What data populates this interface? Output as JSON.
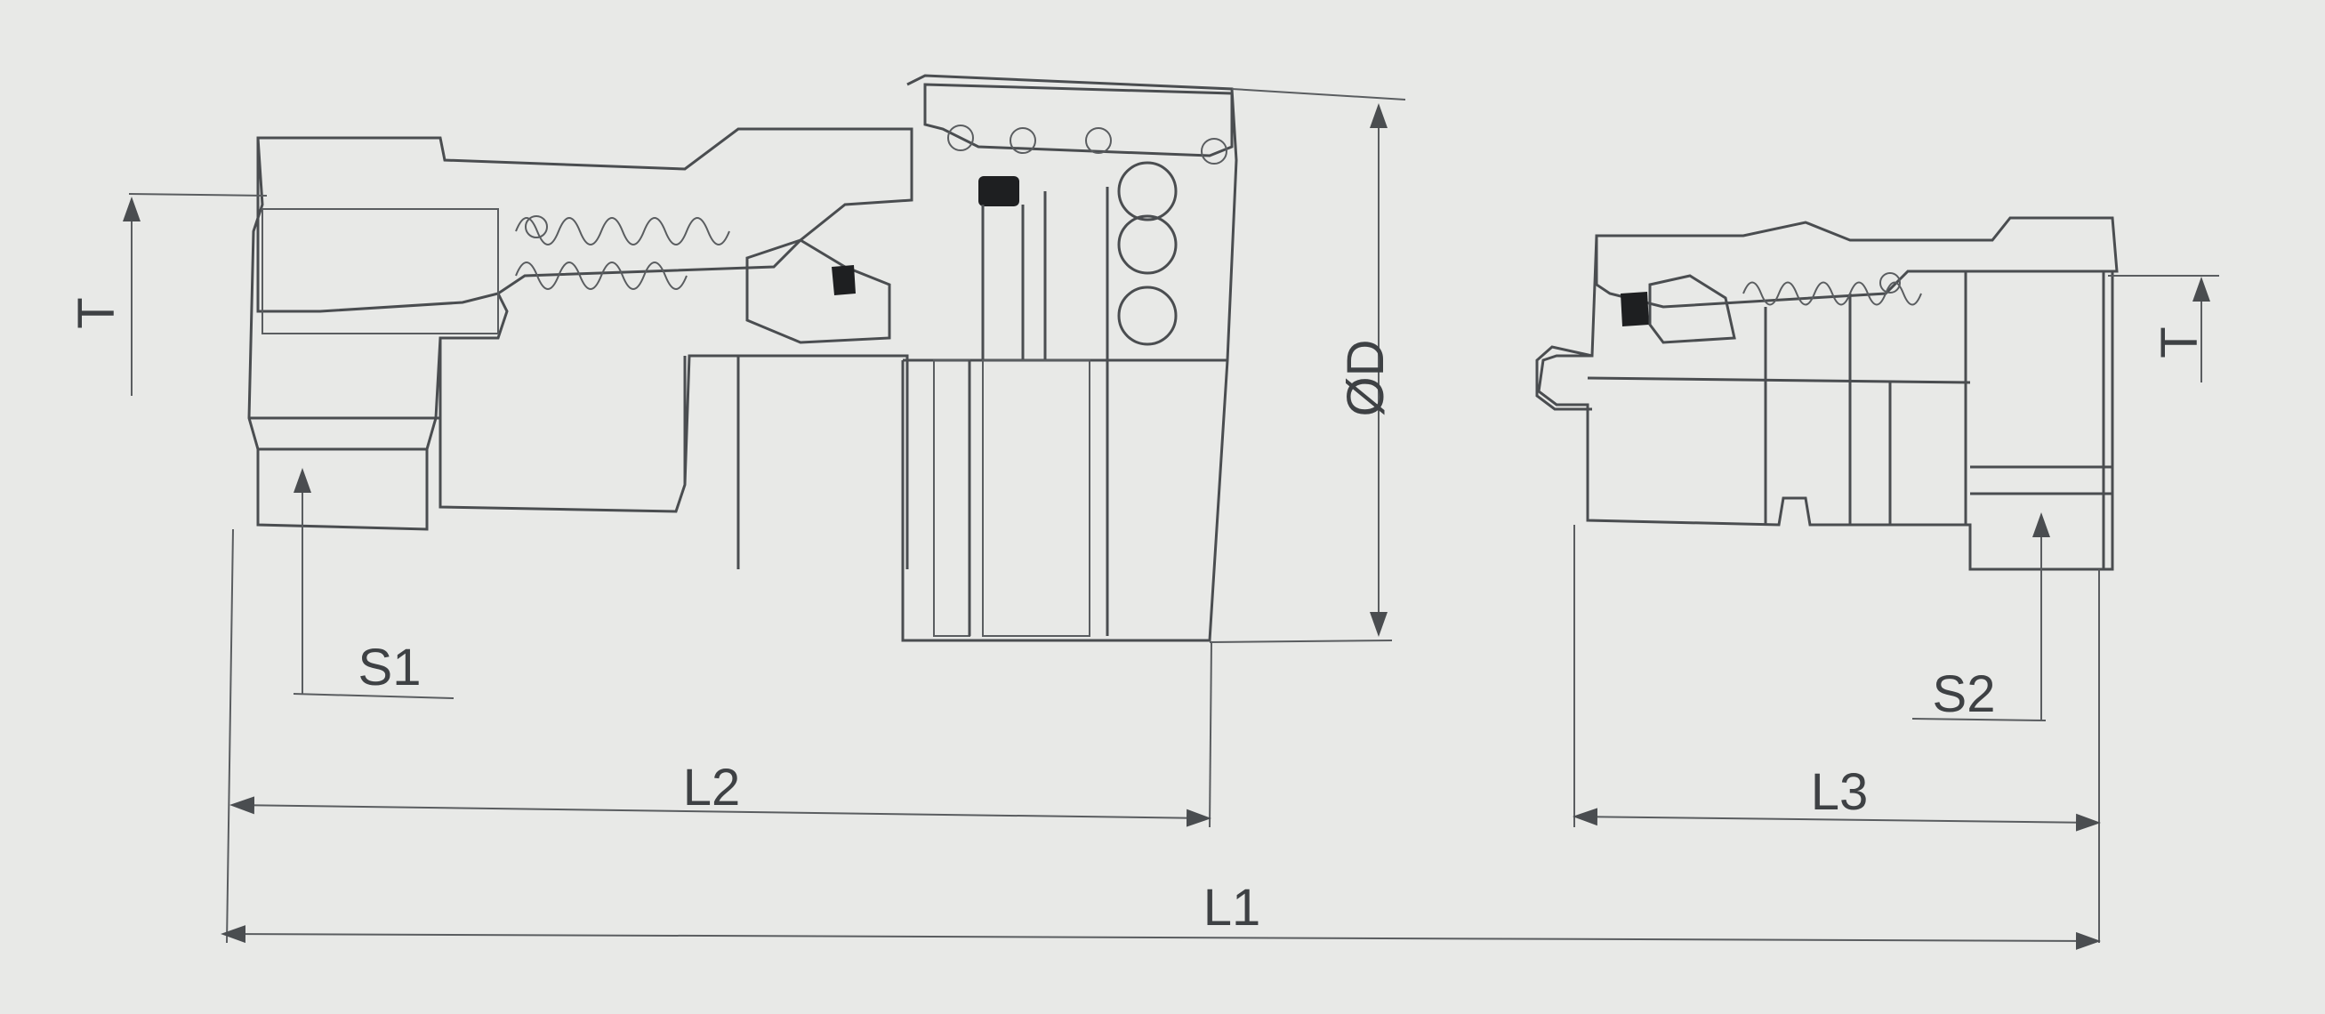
{
  "diagram": {
    "labels": {
      "t_left": "T",
      "t_right": "T",
      "od": "ØD",
      "s1": "S1",
      "s2": "S2",
      "l1": "L1",
      "l2": "L2",
      "l3": "L3"
    },
    "colors": {
      "paper": "#e8e9e7",
      "ink": "#4a4d50",
      "hatch": "#6b6e70",
      "seal": "#1e1f21"
    }
  }
}
